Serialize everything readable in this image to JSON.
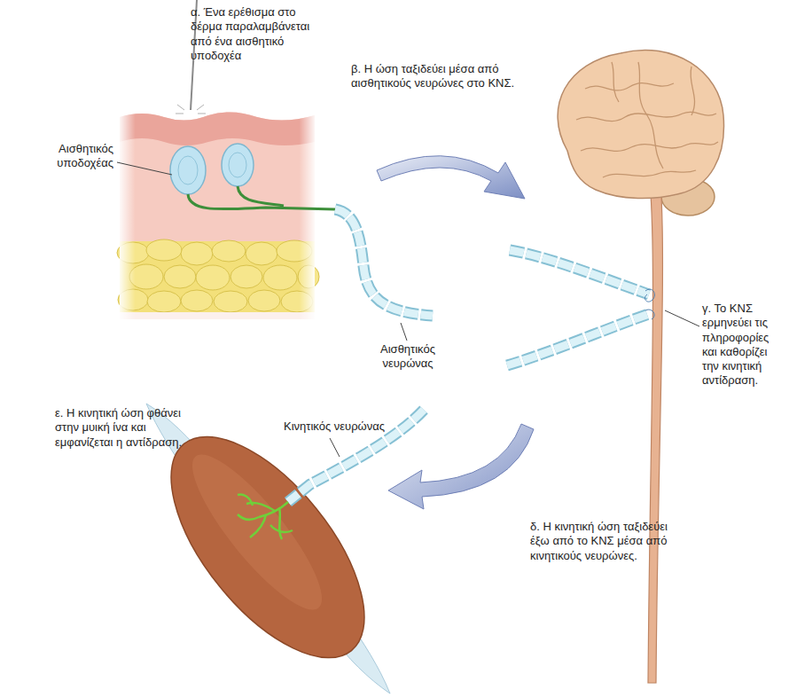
{
  "diagram": {
    "labels": [
      "α. Ένα ερέθισμα στο δέρμα παραλαμβάνεται από ένα αισθητικό υποδοχέα",
      "Αισθητικός υποδοχέας",
      "β. Η ώση ταξιδεύει μέσα από αισθητικούς νευρώνες στο ΚΝΣ.",
      "γ. Το ΚΝΣ ερμηνεύει τις πληροφορίες και καθορίζει την κινητική αντίδραση.",
      "Αισθητικός νευρώνας",
      "Κινητικός νευρώνας",
      "ε. Η κινητική ώση φθάνει στην μυική ίνα και εμφανίζεται η αντίδραση.",
      "δ. Η κινητική ώση ταξιδεύει έξω από το ΚΝΣ μέσα από κινητικούς νευρώνες."
    ]
  }
}
